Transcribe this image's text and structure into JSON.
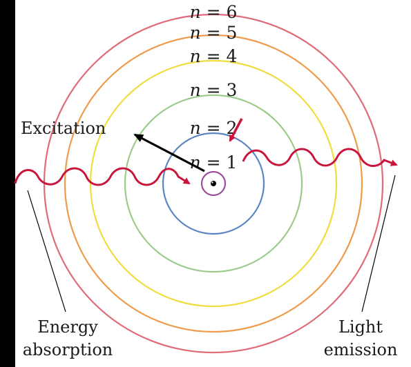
{
  "levels": [
    {
      "label_var": "n",
      "label_rest": " = 1",
      "color": "#9b4d9b"
    },
    {
      "label_var": "n",
      "label_rest": " = 2",
      "color": "#5b84c4"
    },
    {
      "label_var": "n",
      "label_rest": " = 3",
      "color": "#9acb8a"
    },
    {
      "label_var": "n",
      "label_rest": " = 4",
      "color": "#f0dc3c"
    },
    {
      "label_var": "n",
      "label_rest": " = 5",
      "color": "#ef9a4a"
    },
    {
      "label_var": "n",
      "label_rest": " = 6",
      "color": "#e06a78"
    }
  ],
  "labels": {
    "excitation": "Excitation",
    "energy_absorption_1": "Energy",
    "energy_absorption_2": "absorption",
    "light_emission_1": "Light",
    "light_emission_2": "emission"
  },
  "colors": {
    "photon": "#c8153c",
    "excitation_arrow": "#000000",
    "nucleus": "#000000"
  },
  "icons": {
    "nucleus": "nucleus-icon",
    "absorbed_photon": "wavy-arrow-icon",
    "emitted_photon": "wavy-arrow-icon",
    "relaxation": "arrow-icon"
  }
}
